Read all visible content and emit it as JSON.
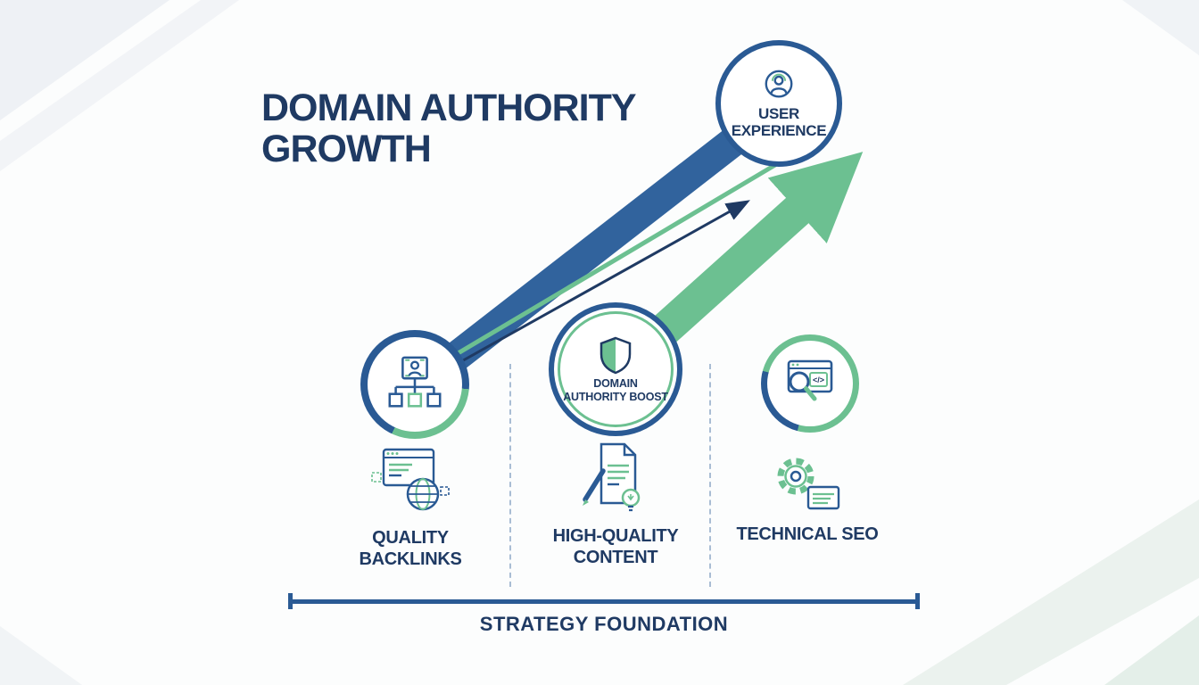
{
  "title": "DOMAIN AUTHORITY GROWTH",
  "colors": {
    "navy": "#1f3a63",
    "ring_navy": "#2a5a94",
    "arrow_blue": "#31639d",
    "green": "#6cc091",
    "dashed_guide": "#a9bdd4",
    "background": "#fcfdfd"
  },
  "nodes": {
    "user_experience": {
      "label": "USER EXPERIENCE",
      "icon": "user-icon"
    },
    "quality_backlinks": {
      "icon": "sitemap-icon"
    },
    "authority_boost": {
      "label": "DOMAIN AUTHORITY BOOST",
      "icon": "shield-icon"
    },
    "technical_seo": {
      "icon": "search-code-icon",
      "code_glyph": "</>"
    }
  },
  "arrows": [
    {
      "name": "blue-growth-arrow",
      "color": "#31639d"
    },
    {
      "name": "green-growth-arrow",
      "color": "#6cc091"
    },
    {
      "name": "thin-green-line",
      "color": "#6cc091"
    },
    {
      "name": "thin-navy-arrow",
      "color": "#1f3a63"
    }
  ],
  "pillars": [
    {
      "label": "QUALITY BACKLINKS",
      "icon": "browser-globe-icon"
    },
    {
      "label": "HIGH-QUALITY CONTENT",
      "icon": "document-pencil-bulb-icon"
    },
    {
      "label": "TECHNICAL SEO",
      "icon": "gear-card-icon"
    }
  ],
  "foundation": {
    "label": "STRATEGY FOUNDATION"
  }
}
